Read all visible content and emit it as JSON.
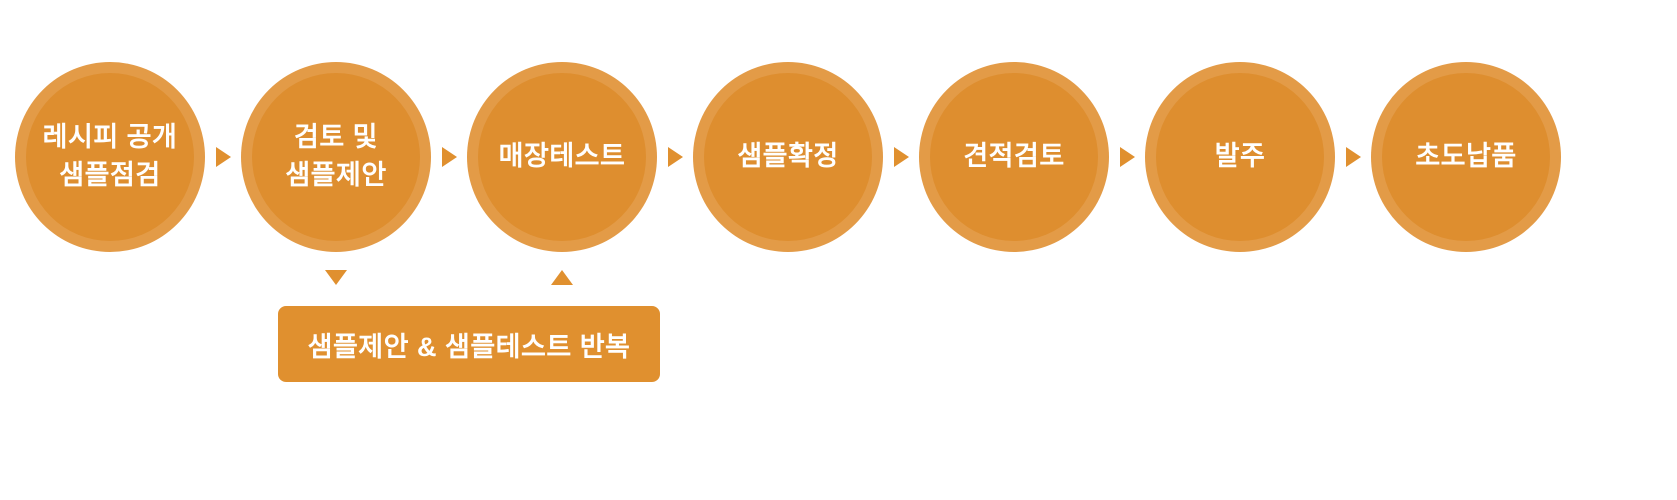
{
  "colors": {
    "accent": "#E0902F",
    "circle_rim": "#E39B47",
    "circle_fill": "#DE8E2F",
    "label_text": "#FFFFFF"
  },
  "diagram": {
    "type": "process-flow",
    "direction": "left-to-right"
  },
  "steps": [
    {
      "label": "레시피 공개\n샘플점검"
    },
    {
      "label": "검토 및\n샘플제안"
    },
    {
      "label": "매장테스트"
    },
    {
      "label": "샘플확정"
    },
    {
      "label": "견적검토"
    },
    {
      "label": "발주"
    },
    {
      "label": "초도납품"
    }
  ],
  "feedback_loop": {
    "label": "샘플제안 & 샘플테스트 반복",
    "from_step": 2,
    "to_step": 3
  }
}
